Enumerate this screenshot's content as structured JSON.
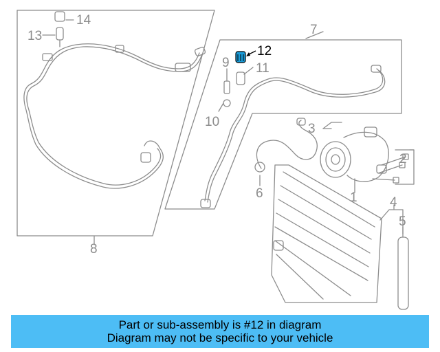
{
  "diagram": {
    "callouts": [
      "1",
      "2",
      "3",
      "4",
      "5",
      "6",
      "7",
      "8",
      "9",
      "10",
      "11",
      "12",
      "13",
      "14"
    ],
    "highlighted_callout": "12",
    "highlight_color": "#1a9bd7",
    "line_color": "#8c8c8c"
  },
  "banner": {
    "background": "#4dbdf5",
    "line1": "Part or sub-assembly is #12 in diagram",
    "line2": "Diagram may not be specific to your vehicle"
  }
}
